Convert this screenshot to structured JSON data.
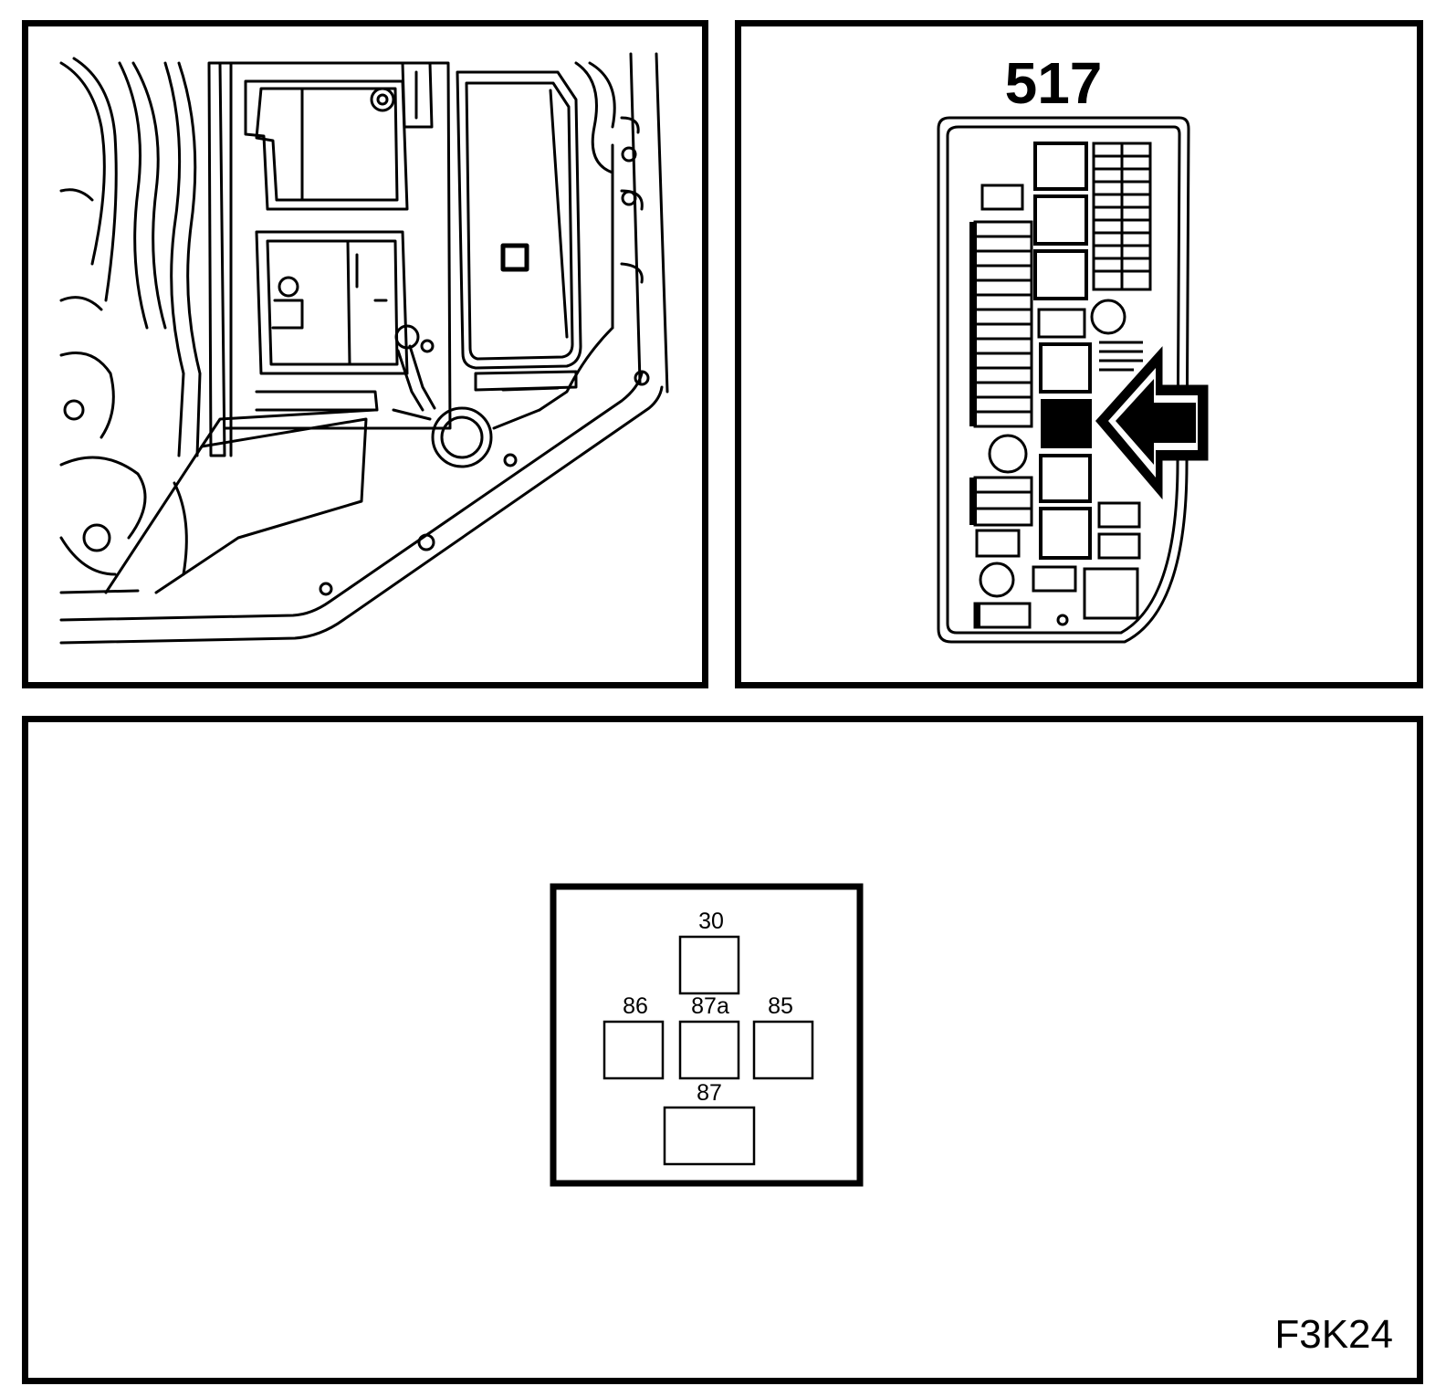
{
  "fuse_box": {
    "number": "517"
  },
  "relay_pinout": {
    "pins": {
      "top": "30",
      "left": "86",
      "center": "87a",
      "right": "85",
      "bottom": "87"
    }
  },
  "figure_code": "F3K24",
  "colors": {
    "line": "#000000",
    "background": "#ffffff"
  }
}
